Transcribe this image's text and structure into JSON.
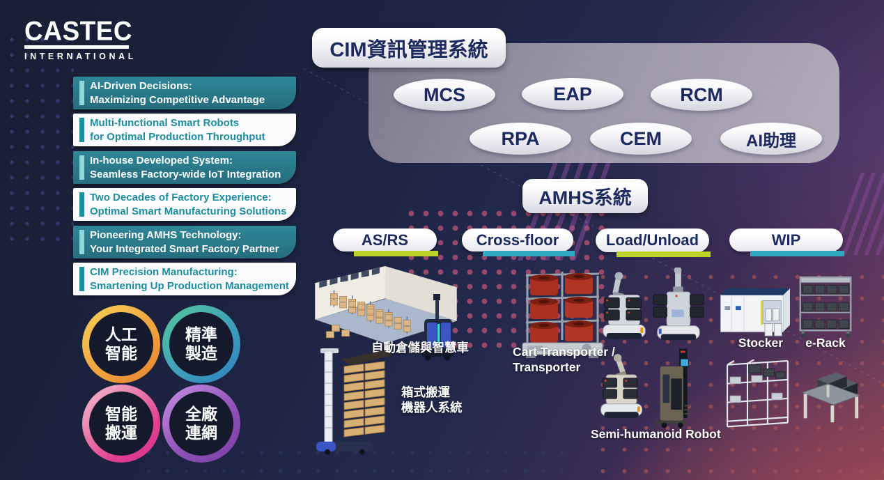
{
  "brand": {
    "name": "CASTEC",
    "subtitle": "INTERNATIONAL"
  },
  "highlights": [
    {
      "style": "teal",
      "line1": "AI-Driven Decisions:",
      "line2": "Maximizing Competitive Advantage"
    },
    {
      "style": "white",
      "line1": "Multi-functional Smart Robots",
      "line2": "for Optimal Production Throughput"
    },
    {
      "style": "teal",
      "line1": "In-house Developed System:",
      "line2": "Seamless Factory-wide IoT Integration"
    },
    {
      "style": "white",
      "line1": "Two Decades of Factory Experience:",
      "line2": "Optimal Smart Manufacturing Solutions"
    },
    {
      "style": "teal",
      "line1": "Pioneering AMHS Technology:",
      "line2": "Your Integrated Smart Factory Partner"
    },
    {
      "style": "white",
      "line1": "CIM Precision Manufacturing:",
      "line2": "Smartening Up Production Management"
    }
  ],
  "value_circles": [
    {
      "line1": "人工",
      "line2": "智能",
      "color": "orange"
    },
    {
      "line1": "精準",
      "line2": "製造",
      "color": "teal-blue"
    },
    {
      "line1": "智能",
      "line2": "搬運",
      "color": "pink"
    },
    {
      "line1": "全廠",
      "line2": "連網",
      "color": "purple"
    }
  ],
  "cim_section": {
    "title": "CIM資訊管理系統",
    "modules": [
      "MCS",
      "EAP",
      "RCM",
      "RPA",
      "CEM",
      "AI助理"
    ]
  },
  "amhs_section": {
    "title": "AMHS系統",
    "categories": [
      {
        "label": "AS/RS",
        "accent": "#bdd32a"
      },
      {
        "label": "Cross-floor",
        "accent": "#2fa9c0"
      },
      {
        "label": "Load/Unload",
        "accent": "#bdd32a"
      },
      {
        "label": "WIP",
        "accent": "#2fa9c0"
      }
    ]
  },
  "captions": {
    "warehouse": "自動倉儲與智慧車",
    "box_robot_line1": "箱式搬運",
    "box_robot_line2": "機器人系統",
    "cart_line1": "Cart Transporter /",
    "cart_line2": "Transporter",
    "semi_humanoid": "Semi-humanoid Robot",
    "stocker": "Stocker",
    "erack": "e-Rack"
  },
  "colors": {
    "teal_banner": "#2d7e8e",
    "banner_text_teal": "#1d8da0",
    "navy_text": "#1b2a5e",
    "lime_accent": "#bdd32a",
    "cyan_accent": "#2fa9c0",
    "ring_orange": "#efa03d",
    "ring_teal_blue": "#3f9fba",
    "ring_pink": "#e0418f",
    "ring_purple": "#8d4fb5"
  }
}
